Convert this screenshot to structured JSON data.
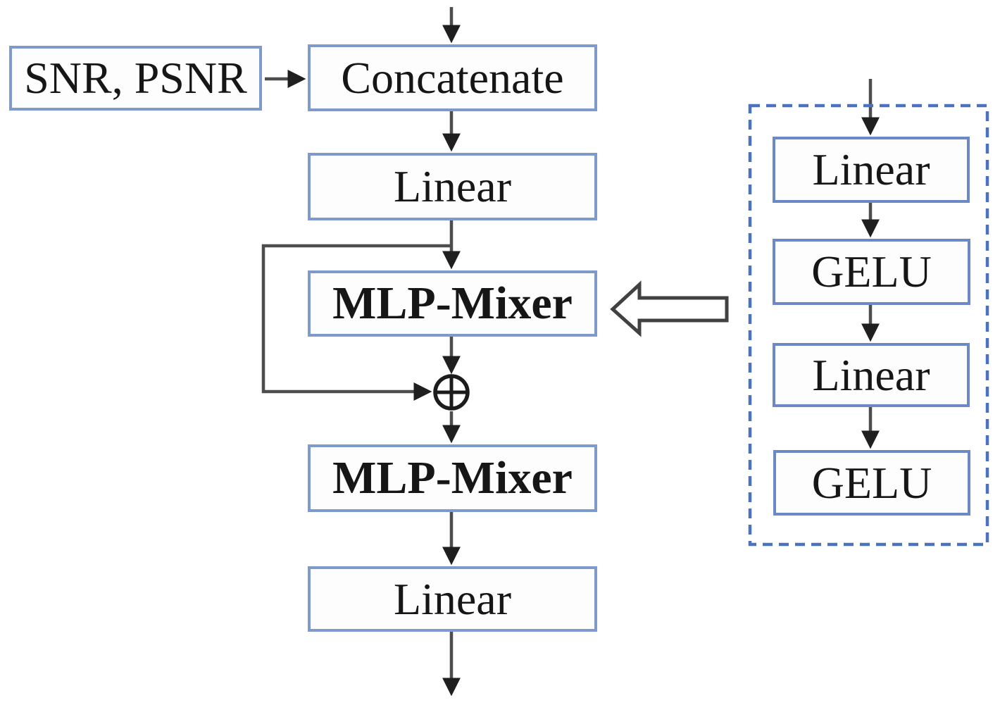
{
  "diagram_type": "flowchart",
  "colors": {
    "box_border": "#7e99cc",
    "detail_box_border": "#6b89c6",
    "dashed_container_border": "#4a72be",
    "connector_line": "#4d4d4d",
    "arrowhead": "#1f1f1f",
    "text": "#161616",
    "background": "#ffffff"
  },
  "icons": {
    "sum": "⊕",
    "expansion_pointer": "⇦"
  },
  "main_flow": {
    "side_input": "SNR, PSNR",
    "nodes": [
      {
        "id": "concatenate",
        "label": "Concatenate",
        "bold": false
      },
      {
        "id": "linear-1",
        "label": "Linear",
        "bold": false
      },
      {
        "id": "mlp-mixer-1",
        "label": "MLP-Mixer",
        "bold": true
      },
      {
        "id": "mlp-mixer-2",
        "label": "MLP-Mixer",
        "bold": true
      },
      {
        "id": "linear-2",
        "label": "Linear",
        "bold": false
      }
    ],
    "edges": [
      {
        "from": "input",
        "to": "concatenate"
      },
      {
        "from": "snr-psnr",
        "to": "concatenate"
      },
      {
        "from": "concatenate",
        "to": "linear-1"
      },
      {
        "from": "linear-1",
        "to": "mlp-mixer-1"
      },
      {
        "from": "linear-1",
        "to": "sum-junction",
        "type": "skip-connection"
      },
      {
        "from": "mlp-mixer-1",
        "to": "sum-junction"
      },
      {
        "from": "sum-junction",
        "to": "mlp-mixer-2"
      },
      {
        "from": "mlp-mixer-2",
        "to": "linear-2"
      },
      {
        "from": "linear-2",
        "to": "output"
      }
    ]
  },
  "mixer_detail": {
    "nodes": [
      {
        "id": "detail-linear-1",
        "label": "Linear"
      },
      {
        "id": "detail-gelu-1",
        "label": "GELU"
      },
      {
        "id": "detail-linear-2",
        "label": "Linear"
      },
      {
        "id": "detail-gelu-2",
        "label": "GELU"
      }
    ],
    "edges": [
      {
        "from": "input",
        "to": "detail-linear-1"
      },
      {
        "from": "detail-linear-1",
        "to": "detail-gelu-1"
      },
      {
        "from": "detail-gelu-1",
        "to": "detail-linear-2"
      },
      {
        "from": "detail-linear-2",
        "to": "detail-gelu-2"
      },
      {
        "from": "mixer-detail-container",
        "to": "mlp-mixer-1",
        "type": "expansion"
      }
    ]
  }
}
